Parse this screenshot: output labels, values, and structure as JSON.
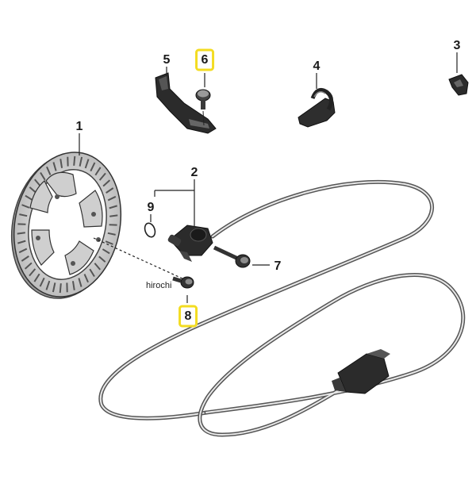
{
  "diagram": {
    "callouts": [
      {
        "id": "1",
        "text": "1",
        "highlighted": false
      },
      {
        "id": "2",
        "text": "2",
        "highlighted": false
      },
      {
        "id": "3",
        "text": "3",
        "highlighted": false
      },
      {
        "id": "4",
        "text": "4",
        "highlighted": false
      },
      {
        "id": "5",
        "text": "5",
        "highlighted": false
      },
      {
        "id": "6",
        "text": "6",
        "highlighted": true
      },
      {
        "id": "7",
        "text": "7",
        "highlighted": false
      },
      {
        "id": "8",
        "text": "8",
        "highlighted": true
      },
      {
        "id": "9",
        "text": "9",
        "highlighted": false
      }
    ],
    "watermark": "hirochi",
    "colors": {
      "highlight": "#f3dc22",
      "part_dark": "#2b2b2b",
      "part_light": "#d9d9d9",
      "cable": "#555555",
      "line": "#222222"
    }
  }
}
